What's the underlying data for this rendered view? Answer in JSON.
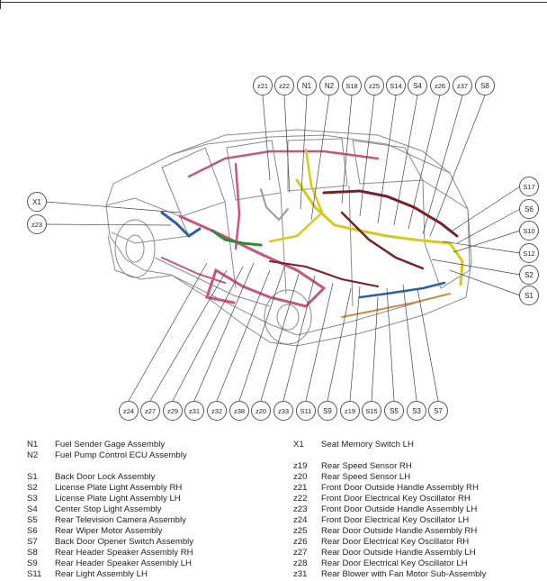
{
  "callouts_top": [
    "z21",
    "z22",
    "N1",
    "N2",
    "S18",
    "z25",
    "S14",
    "S4",
    "z26",
    "z37",
    "S8"
  ],
  "callouts_left": [
    "X1",
    "z23"
  ],
  "callouts_right": [
    "S17",
    "S6",
    "S10",
    "S12",
    "S2",
    "S1"
  ],
  "callouts_bottom": [
    "z24",
    "z27",
    "z29",
    "z31",
    "z32",
    "z38",
    "z20",
    "z33",
    "S11",
    "S9",
    "z19",
    "S15",
    "S5",
    "S3",
    "S7"
  ],
  "colors": {
    "outline": "#8a8a8a",
    "callout_circle": "#555555",
    "harness_pink": "#c8557a",
    "harness_yellow": "#d8c81c",
    "harness_dark_red": "#7a1f2a",
    "harness_blue": "#2d5fa3",
    "harness_green": "#2d8a3a"
  },
  "legend_left": [
    {
      "code": "N1",
      "desc": "Fuel Sender Gage Assembly"
    },
    {
      "code": "N2",
      "desc": "Fuel Pump Control ECU Assembly"
    },
    {
      "code": "S1",
      "desc": "Back Door Lock Assembly"
    },
    {
      "code": "S2",
      "desc": "License Plate Light Assembly RH"
    },
    {
      "code": "S3",
      "desc": "License Plate Light Assembly LH"
    },
    {
      "code": "S4",
      "desc": "Center Stop Light Assembly"
    },
    {
      "code": "S5",
      "desc": "Rear Television Camera Assembly"
    },
    {
      "code": "S6",
      "desc": "Rear Wiper Motor Assembly"
    },
    {
      "code": "S7",
      "desc": "Back Door Opener Switch Assembly"
    },
    {
      "code": "S8",
      "desc": "Rear Header Speaker Assembly RH"
    },
    {
      "code": "S9",
      "desc": "Rear Header Speaker Assembly LH"
    },
    {
      "code": "S11",
      "desc": "Rear Light Assembly LH"
    }
  ],
  "legend_right": [
    {
      "code": "X1",
      "desc": "Seat Memory Switch LH"
    },
    {
      "code": "z19",
      "desc": "Rear Speed Sensor RH"
    },
    {
      "code": "z20",
      "desc": "Rear Speed Sensor LH"
    },
    {
      "code": "z21",
      "desc": "Front Door Outside Handle Assembly RH"
    },
    {
      "code": "z22",
      "desc": "Front Door Electrical Key Oscillator RH"
    },
    {
      "code": "z23",
      "desc": "Front Door Outside Handle Assembly LH"
    },
    {
      "code": "z24",
      "desc": "Front Door Electrical Key Oscillator LH"
    },
    {
      "code": "z25",
      "desc": "Rear Door Outside Handle Assembly RH"
    },
    {
      "code": "z26",
      "desc": "Rear Door Electrical Key Oscillator RH"
    },
    {
      "code": "z27",
      "desc": "Rear Door Outside Handle Assembly LH"
    },
    {
      "code": "z28",
      "desc": "Rear Door Electrical Key Oscillator LH"
    },
    {
      "code": "z31",
      "desc": "Rear Blower with Fan Motor Sub-Assembly"
    }
  ]
}
